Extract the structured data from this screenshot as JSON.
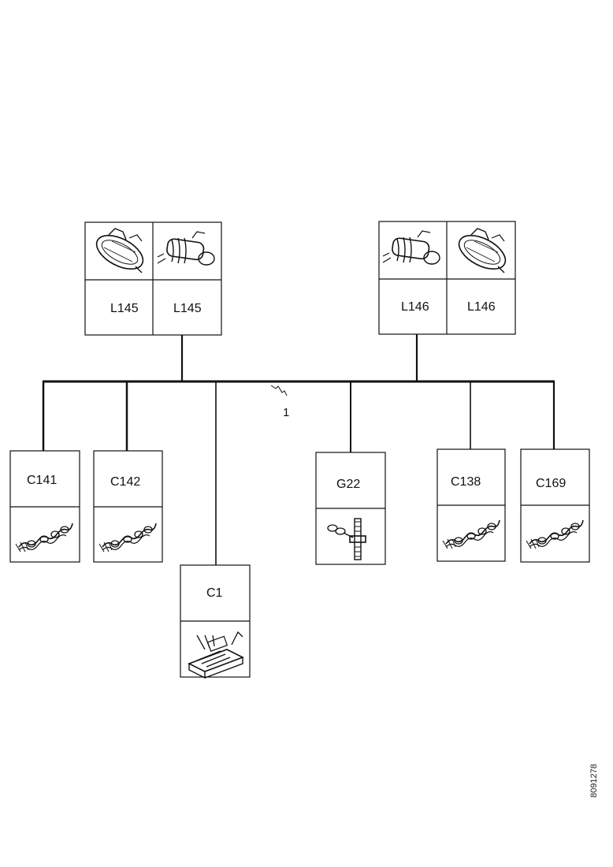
{
  "lamps": [
    {
      "id": "left",
      "labels": [
        "L145",
        "L145"
      ],
      "icons": [
        "lamp-housing-icon",
        "lamp-socket-icon"
      ]
    },
    {
      "id": "right",
      "labels": [
        "L146",
        "L146"
      ],
      "icons": [
        "lamp-socket-icon",
        "lamp-housing-icon"
      ]
    }
  ],
  "connectors": [
    {
      "label": "C141",
      "icon": "wire-connector-icon"
    },
    {
      "label": "C142",
      "icon": "wire-connector-icon"
    },
    {
      "label": "C1",
      "icon": "multi-pin-connector-icon"
    },
    {
      "label": "G22",
      "icon": "ground-stud-icon"
    },
    {
      "label": "C138",
      "icon": "wire-connector-icon"
    },
    {
      "label": "C169",
      "icon": "wire-connector-icon"
    }
  ],
  "callout": "1",
  "figure_code": "8091278"
}
